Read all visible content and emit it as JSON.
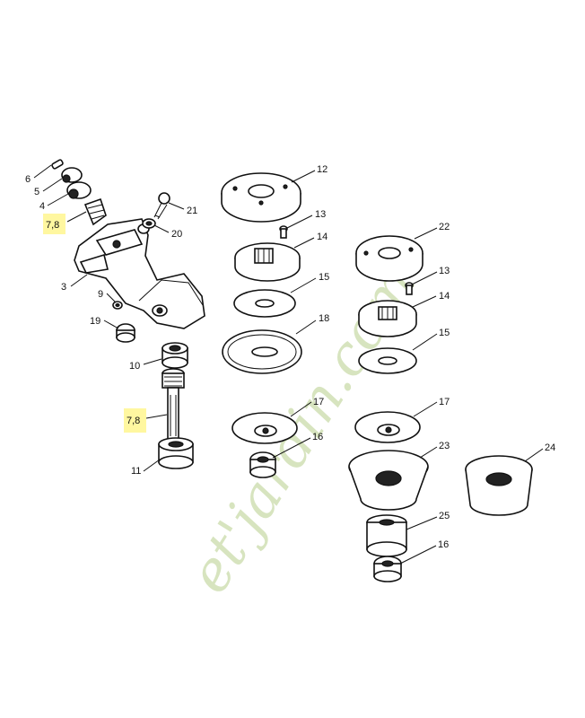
{
  "labels": {
    "p6": "6",
    "p5": "5",
    "p4": "4",
    "p78a": "7,8",
    "p3": "3",
    "p9": "9",
    "p19": "19",
    "p10": "10",
    "p78b": "7,8",
    "p11": "11",
    "p21": "21",
    "p20": "20",
    "p12": "12",
    "p13a": "13",
    "p14a": "14",
    "p15a": "15",
    "p18": "18",
    "p17a": "17",
    "p16a": "16",
    "p22": "22",
    "p13b": "13",
    "p14b": "14",
    "p15b": "15",
    "p17b": "17",
    "p23": "23",
    "p24": "24",
    "p25": "25",
    "p16b": "16"
  },
  "watermark": {
    "text": "et'jardin.com",
    "colors": [
      "#c9e87a",
      "#f2b233",
      "#8fbf3a",
      "#c8bfb0"
    ]
  },
  "colors": {
    "highlight": "#fff7a0",
    "line": "#111111"
  }
}
